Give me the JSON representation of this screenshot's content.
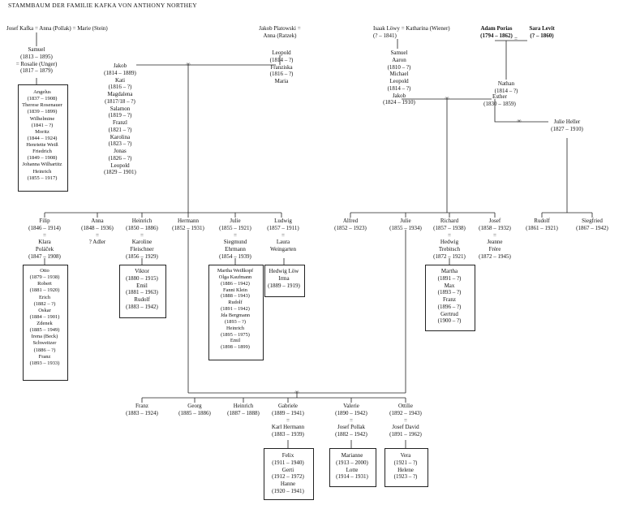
{
  "title": "STAMMBAUM DER FAMILIE KAFKA VON ANTHONY NORTHEY",
  "persons": {
    "josef_kafka": "Josef Kafka = Anna (Pollak) = Marie (Stein)",
    "samuel": "Samuel\n(1813 – 1895)\n= Rosalie (Unger)\n(1817 – 1879)",
    "samuel_children": "Angelus\n(1837 – 1908)\nTherese Rosenauer\n(1839 – 1899)\nWilhelmine\n(1841 – ?)\nMoritz\n(1844 – 1924)\nHenriette Weiß\nFriedrich\n(1849 – 1908)\nJohanna Wilhartitz\nHeinrich\n(1855 – 1917)",
    "jakob_list": "Jakob\n(1814 – 1889)\nKati\n(1816 – ?)\nMagdalena\n(1817/18 – ?)\nSalamon\n(1819 – ?)\nFranzl\n(1821 – ?)\nKarolina\n(1823 – ?)\nJonas\n(1826 – ?)\nLeopold\n(1829 – 1901)",
    "platowski": "Jakob Platowski =\nAnna (Ratzek)",
    "platowski_children": "Leopold\n(1814 – ?)\nFranziska\n(1816 – ?)\nMaria",
    "loewy": "Isaak Löwy = Katharina (Wiener)\n(? – 1841)",
    "loewy_children": "Samuel\nAaron\n(1810 – ?)\nMichael\nLeopold\n(1814 – ?)\nJakob\n(1824 – 1910)",
    "porias": "Adam Porias\n(1794 – 1862)",
    "levit": "Sara Levit\n(? – 1860)",
    "nathan": "Nathan\n(1814 – ?)",
    "esther": "Esther\n(1830 – 1859)",
    "julie_heller": "Julie Heller\n(1827 – 1910)",
    "filip": "Filip\n(1846 – 1914)\n=\nKlara\nPoláček\n(1847 – 1908)",
    "anna": "Anna\n(1848 – 1936)\n=\n? Adler",
    "heinrich1": "Heinrich\n(1850 – 1886)\n=\nKaroline\nFleischner\n(1856 – 1929)",
    "hermann": "Hermann\n(1852 – 1931)",
    "julie1": "Julie\n(1855 – 1921)\n=\nSiegmund\nEhrmann\n(1854 – 1939)",
    "ludwig": "Ludwig\n(1857 – 1911)\n=\nLaura\nWeingarten",
    "alfred": "Alfred\n(1852 – 1923)",
    "julie2": "Julie\n(1855 – 1934)",
    "richard": "Richard\n(1857 – 1938)\n=\nHedwig\nTrebitsch\n(1872 – 1921)",
    "josef2": "Josef\n(1858 – 1932)\n=\nJeanne\nFrère\n(1872 – 1945)",
    "rudolf": "Rudolf\n(1861 – 1921)",
    "siegfried": "Siegfried\n(1867 – 1942)",
    "filip_children": "Otto\n(1879 – 1938)\nRobert\n(1881 – 1920)\nErich\n(1882 – ?)\nOskar\n(1884 – 1901)\nZdenek\n(1885 – 1949)\nIrena (Beck)\nSchweitzer\n(1886 – ?)\nFranz\n(1893 – 1933)",
    "heinrich_children": "Viktor\n(1880 – 1915)\nEmil\n(1881 – 1963)\nRudolf\n(1883 – 1942)",
    "julie1_children": "Martha Weißkopf\nOlga Kaufmann\n(1886 – 1942)\nFanni Klein\n(1888 – 1943)\nRudolf\n(1891 – 1942)\nJda Bergmann\n(1893 – ?)\nHeinrich\n(1895 – 1975)\nEmil\n(1898 – 1899)",
    "ludwig_children": "Hedwig Löw\nIrma\n(1889 – 1919)",
    "richard_children": "Martha\n(1891 – ?)\nMax\n(1893 – ?)\nFranz\n(1896 – ?)\nGertrud\n(1900 – ?)",
    "franz": "Franz\n(1883 – 1924)",
    "georg": "Georg\n(1885 – 1886)",
    "heinrich2": "Heinrich\n(1887 – 1888)",
    "gabriele": "Gabriele\n(1889 – 1941)\n=\nKarl Hermann\n(1883 – 1939)",
    "valerie": "Valerie\n(1890 – 1942)\n=\nJosef Pollak\n(1882 – 1942)",
    "ottilie": "Ottilie\n(1892 – 1943)\n=\nJosef David\n(1891 – 1962)",
    "gabriele_children": "Felix\n(1911 – 1940)\nGerti\n(1912 – 1972)\nHanne\n(1920 – 1941)",
    "valerie_children": "Marianne\n(1913 – 2000)\nLotte\n(1914 – 1931)",
    "ottilie_children": "Vera\n(1921 – ?)\nHelene\n(1923 – ?)"
  },
  "marriage_symbol": "∞",
  "equals_symbol": "="
}
